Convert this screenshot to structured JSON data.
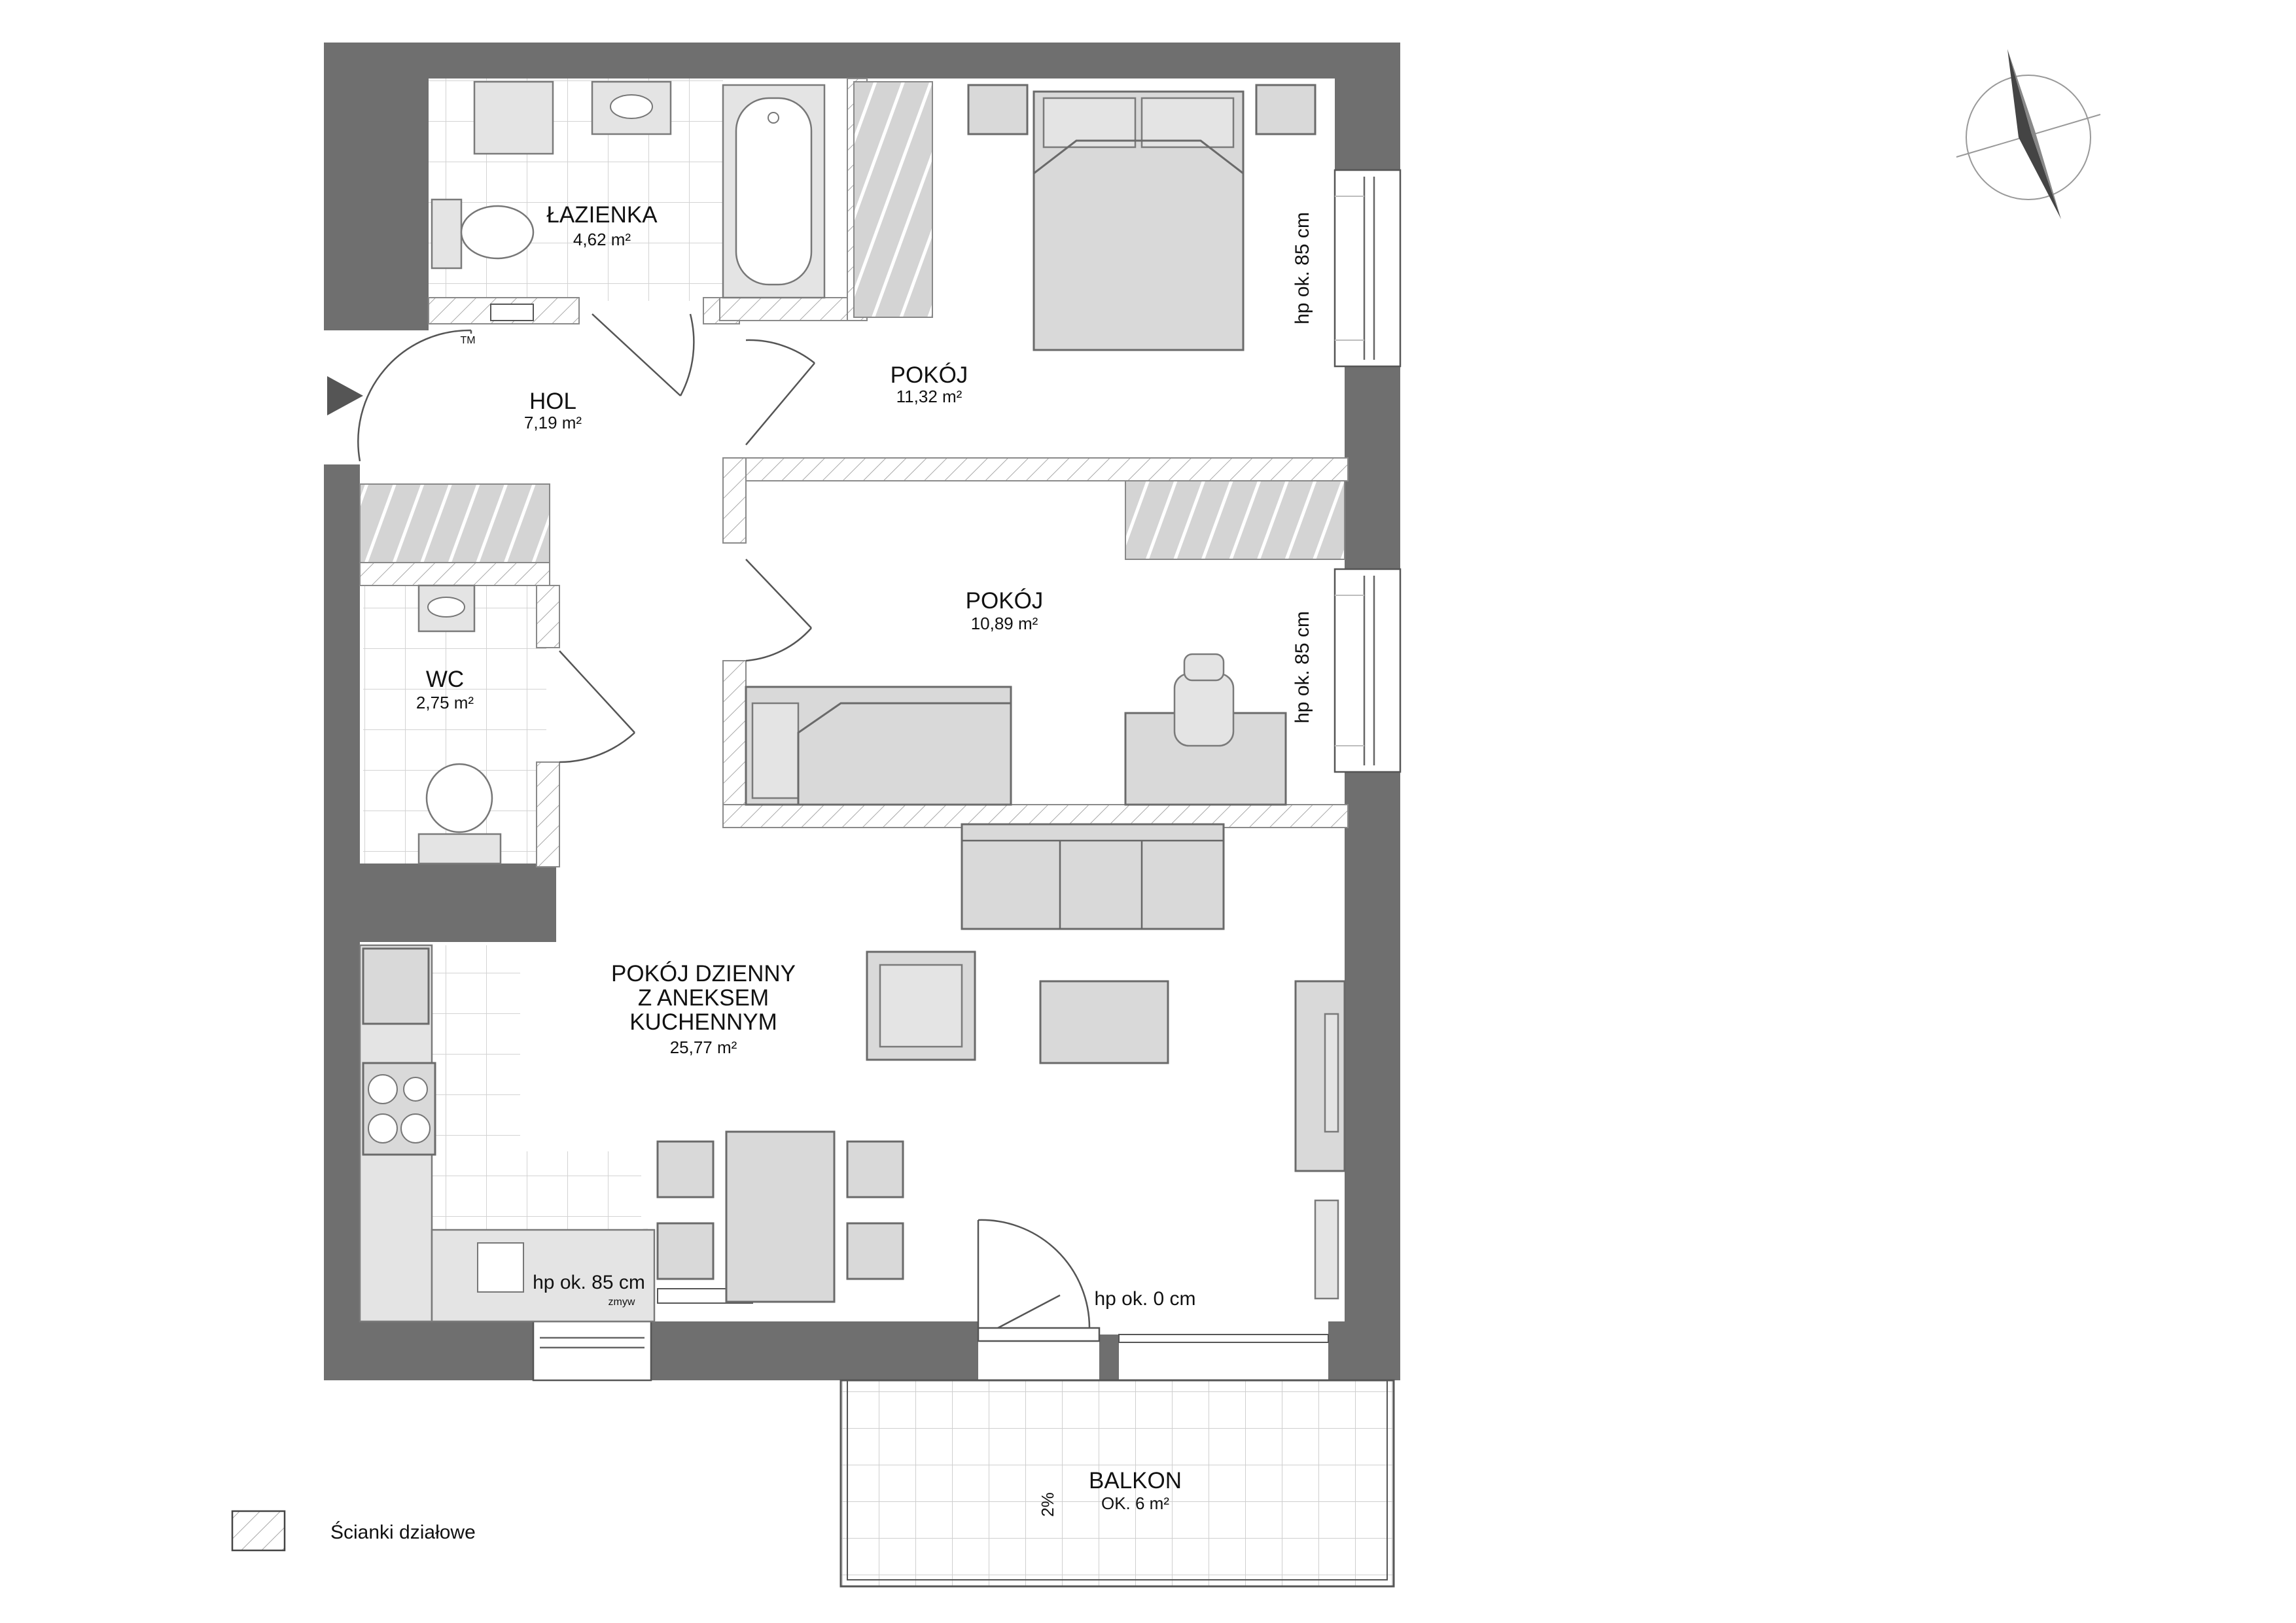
{
  "rooms": {
    "lazienka": {
      "name": "ŁAZIENKA",
      "area": "4,62 m²"
    },
    "hol": {
      "name": "HOL",
      "area": "7,19 m²"
    },
    "pokoj1": {
      "name": "POKÓJ",
      "area": "11,32 m²"
    },
    "pokoj2": {
      "name": "POKÓJ",
      "area": "10,89 m²"
    },
    "wc": {
      "name": "WC",
      "area": "2,75 m²"
    },
    "dzienny": {
      "name_lines": [
        "POKÓJ DZIENNY",
        "Z ANEKSEM",
        "KUCHENNYM"
      ],
      "area": "25,77 m²"
    },
    "balkon": {
      "name": "BALKON",
      "area": "OK. 6 m²",
      "slope": "2%"
    }
  },
  "annotations": {
    "window_height_1": "hp ok. 85 cm",
    "window_height_2": "hp ok. 85 cm",
    "window_height_kitchen": "hp ok. 85 cm",
    "door_height_balcony": "hp ok. 0 cm",
    "sink_label": "zmyw",
    "meter_label": "TM"
  },
  "legend": {
    "label": "Ścianki działowe"
  },
  "icons": {
    "north_arrow": "compass-north-icon",
    "entrance": "entrance-arrow-icon"
  },
  "colors": {
    "wall": "#6f6f6f",
    "furniture": "#d9d9d9",
    "hatch": "#9a9a9a"
  }
}
